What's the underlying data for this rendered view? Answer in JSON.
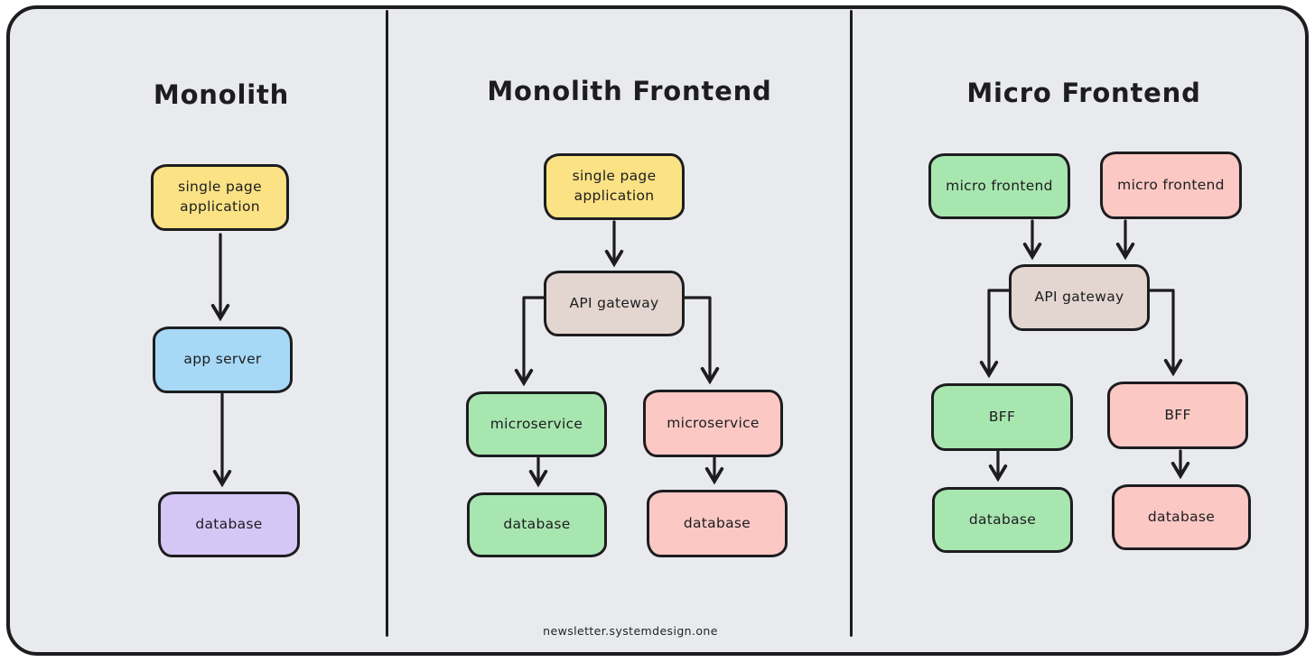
{
  "palette": {
    "yellow": "#fbe284",
    "blue": "#a7d9f7",
    "purple": "#d6c6f5",
    "green": "#a8e6b0",
    "pink": "#fbc8c4",
    "tan": "#e3d6d0",
    "stroke": "#1d1d1f",
    "surface": "#e9eaee",
    "page_background": "#ffffff"
  },
  "panels": [
    {
      "title": "Monolith",
      "nodes": [
        {
          "id": "spa",
          "label": "single page application",
          "fill": "yellow"
        },
        {
          "id": "app_server",
          "label": "app server",
          "fill": "blue"
        },
        {
          "id": "database",
          "label": "database",
          "fill": "purple"
        }
      ],
      "edges": [
        {
          "from": "spa",
          "to": "app_server"
        },
        {
          "from": "app_server",
          "to": "database"
        }
      ]
    },
    {
      "title": "Monolith Frontend",
      "nodes": [
        {
          "id": "spa",
          "label": "single page application",
          "fill": "yellow"
        },
        {
          "id": "api_gateway",
          "label": "API gateway",
          "fill": "tan"
        },
        {
          "id": "microservice_1",
          "label": "microservice",
          "fill": "green"
        },
        {
          "id": "microservice_2",
          "label": "microservice",
          "fill": "pink"
        },
        {
          "id": "database_1",
          "label": "database",
          "fill": "green"
        },
        {
          "id": "database_2",
          "label": "database",
          "fill": "pink"
        }
      ],
      "edges": [
        {
          "from": "spa",
          "to": "api_gateway"
        },
        {
          "from": "api_gateway",
          "to": "microservice_1"
        },
        {
          "from": "api_gateway",
          "to": "microservice_2"
        },
        {
          "from": "microservice_1",
          "to": "database_1"
        },
        {
          "from": "microservice_2",
          "to": "database_2"
        }
      ]
    },
    {
      "title": "Micro Frontend",
      "nodes": [
        {
          "id": "micro_frontend_1",
          "label": "micro frontend",
          "fill": "green"
        },
        {
          "id": "micro_frontend_2",
          "label": "micro frontend",
          "fill": "pink"
        },
        {
          "id": "api_gateway",
          "label": "API gateway",
          "fill": "tan"
        },
        {
          "id": "bff_1",
          "label": "BFF",
          "fill": "green"
        },
        {
          "id": "bff_2",
          "label": "BFF",
          "fill": "pink"
        },
        {
          "id": "database_1",
          "label": "database",
          "fill": "green"
        },
        {
          "id": "database_2",
          "label": "database",
          "fill": "pink"
        }
      ],
      "edges": [
        {
          "from": "micro_frontend_1",
          "to": "api_gateway"
        },
        {
          "from": "micro_frontend_2",
          "to": "api_gateway"
        },
        {
          "from": "api_gateway",
          "to": "bff_1"
        },
        {
          "from": "api_gateway",
          "to": "bff_2"
        },
        {
          "from": "bff_1",
          "to": "database_1"
        },
        {
          "from": "bff_2",
          "to": "database_2"
        }
      ]
    }
  ],
  "footer": {
    "watermark": "newsletter.systemdesign.one"
  }
}
